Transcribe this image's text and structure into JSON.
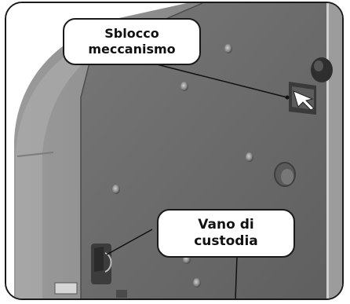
{
  "callouts": {
    "top": {
      "line1": "Sblocco",
      "line2": "meccanismo"
    },
    "bottom": {
      "line1": "Vano di",
      "line2": "custodia"
    }
  },
  "colors": {
    "housing_front": "#6e6e6e",
    "housing_side": "#8a8a8a",
    "housing_edge": "#bcbcbc",
    "frame_border": "#1a1a1a",
    "callout_fill": "#ffffff"
  }
}
